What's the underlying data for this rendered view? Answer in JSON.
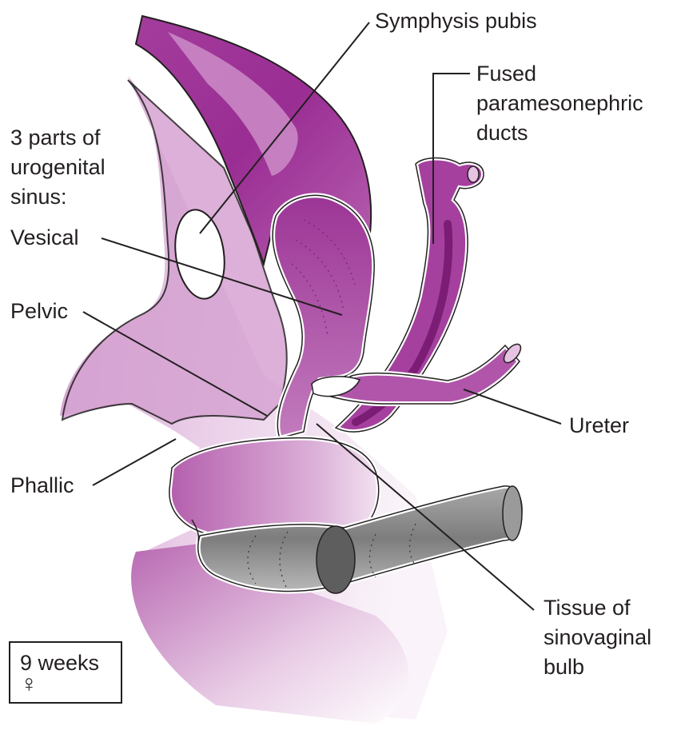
{
  "diagram": {
    "labels": {
      "symphysis": "Symphysis pubis",
      "fused_ducts": [
        "Fused",
        "paramesonephric",
        "ducts"
      ],
      "sinus_parts": [
        "3 parts of",
        "urogenital",
        "sinus:"
      ],
      "vesical": "Vesical",
      "pelvic": "Pelvic",
      "phallic": "Phallic",
      "ureter": "Ureter",
      "tissue": [
        "Tissue of",
        "sinovaginal",
        "bulb"
      ]
    },
    "stage": {
      "age": "9 weeks",
      "sex_symbol": "♀"
    },
    "colors": {
      "magenta_dark": "#9a2d93",
      "magenta_mid": "#b65fb0",
      "magenta_light": "#e6c3e3",
      "gray_tube": "#8e8e8e",
      "outline": "#231f20",
      "leader": "#231f20"
    }
  }
}
